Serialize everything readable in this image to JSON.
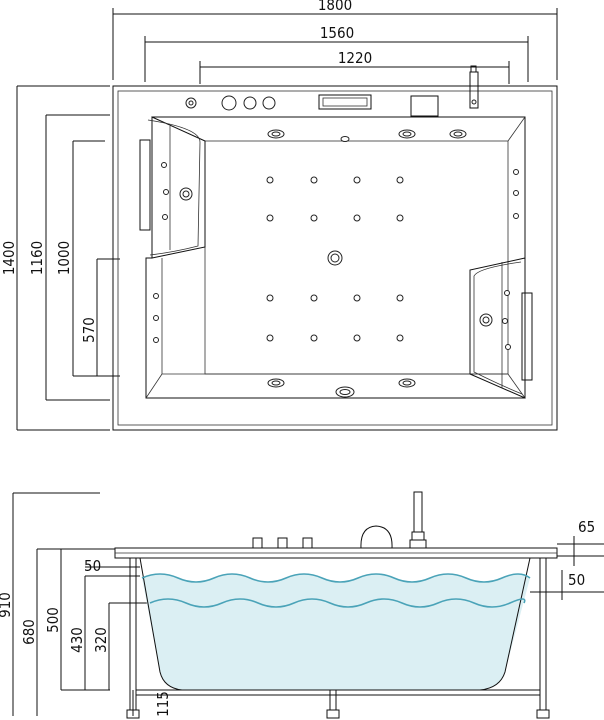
{
  "top_view": {
    "width_dims": [
      "1800",
      "1560",
      "1220"
    ],
    "height_dims": [
      "1400",
      "1160",
      "1000",
      "570"
    ]
  },
  "side_view": {
    "left_dims": [
      "910",
      "680",
      "500",
      "430",
      "320"
    ],
    "inner_dims": [
      "50"
    ],
    "right_dims": [
      "65",
      "50"
    ],
    "bottom_dims": [
      "115"
    ]
  },
  "colors": {
    "line": "#111111",
    "water_line": "#4aa3b8",
    "water_fill": "#dbeff3"
  }
}
